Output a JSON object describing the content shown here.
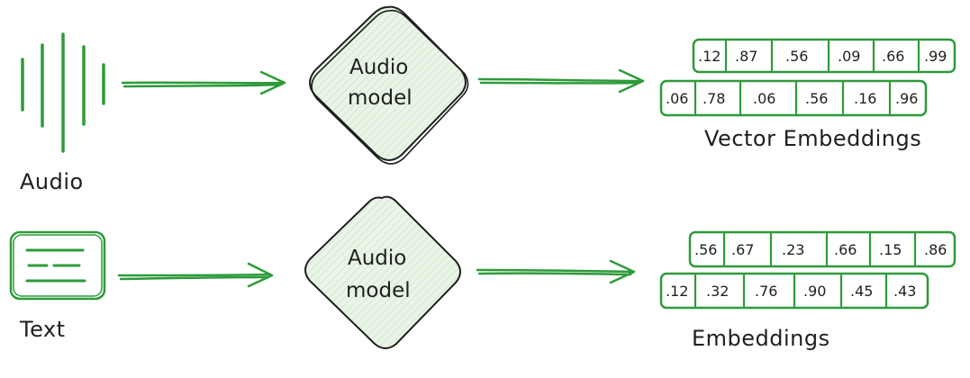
{
  "colors": {
    "accent_green": "#2e9a3a",
    "diamond_fill": "#e6f3e4",
    "ink": "#1f1f1f",
    "background": "#ffffff"
  },
  "rows": [
    {
      "input_label": "Audio",
      "input_icon": "audio-waveform-icon",
      "model_label_line1": "Audio",
      "model_label_line2": "model",
      "output_label": "Vector Embeddings",
      "vector_row1": [
        ".12",
        ".87",
        ".56",
        ".09",
        ".66",
        ".99"
      ],
      "vector_row2": [
        ".06",
        ".78",
        ".06",
        ".56",
        ".16",
        ".96"
      ]
    },
    {
      "input_label": "Text",
      "input_icon": "text-document-icon",
      "model_label_line1": "Audio",
      "model_label_line2": "model",
      "output_label": "Embeddings",
      "vector_row1": [
        ".56",
        ".67",
        ".23",
        ".66",
        ".15",
        ".86"
      ],
      "vector_row2": [
        ".12",
        ".32",
        ".76",
        ".90",
        ".45",
        ".43"
      ]
    }
  ]
}
